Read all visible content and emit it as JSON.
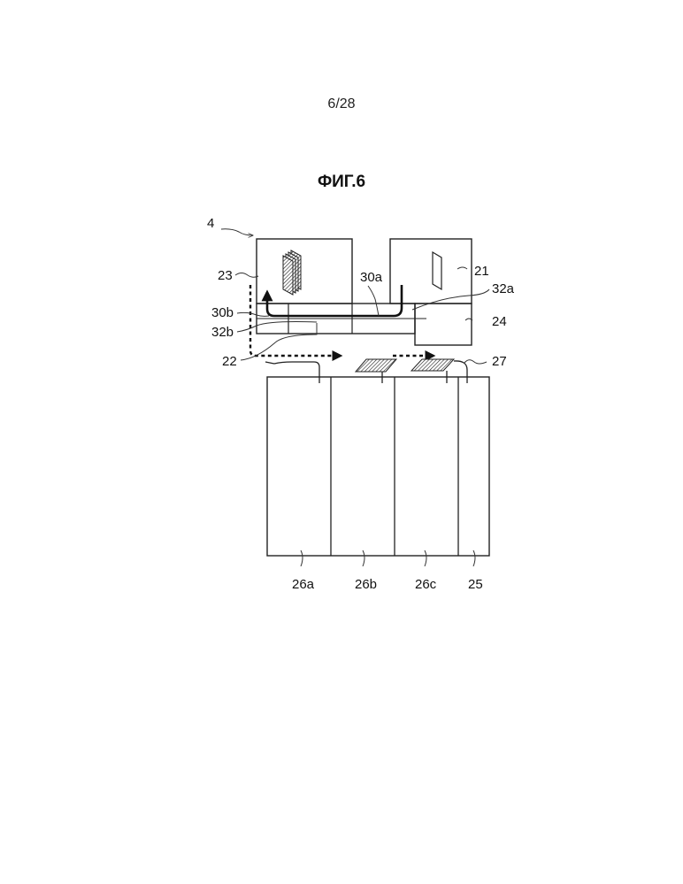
{
  "page_number": "6/28",
  "figure_title": "ФИГ.6",
  "labels": {
    "apparatus": "4",
    "unit_21": "21",
    "transport_22": "22",
    "unit_23": "23",
    "unit_24": "24",
    "unit_25": "25",
    "unit_26a": "26a",
    "unit_26b": "26b",
    "unit_26c": "26c",
    "unit_27": "27",
    "path_30a": "30a",
    "path_30b": "30b",
    "path_32a": "32a",
    "path_32b": "32b"
  }
}
